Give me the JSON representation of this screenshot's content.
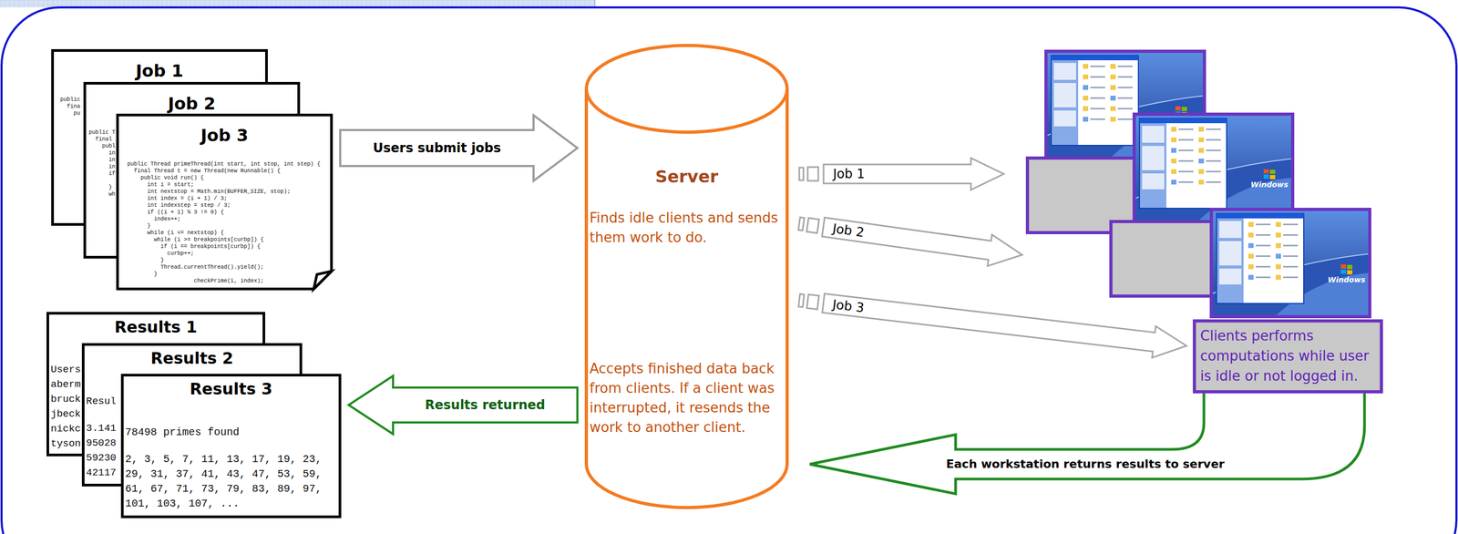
{
  "diagram": {
    "nodes": [
      {
        "text": [
          "Job 1",
          "public",
          "  fina",
          "    pu"
        ]
      },
      {
        "text": [
          "Job 2",
          "public T",
          "  final",
          "    publ",
          "      in",
          "      in",
          "      in",
          "      if",
          "      }",
          "      wh"
        ]
      },
      {
        "text": [
          "Job 3",
          "public Thread primeThread(int start, int stop, int step) {",
          "  final Thread t = new Thread(new Runnable() {",
          "    public void run() {",
          "      int i = start;",
          "      int nextstop = Math.min(BUFFER_SIZE, stop);",
          "      int index = (i + 1) / 3;",
          "      int indexstep = step / 3;",
          "      if ((i + 1) % 3 != 0) {",
          "        index++;",
          "      }",
          "      while (i <= nextstop) {",
          "        while (i >= breakpoints[curbp]) {",
          "          if (i == breakpoints[curbp]) {",
          "            curbp++;",
          "          }",
          "          Thread.currentThread().yield();",
          "        }",
          "                    checkPrime(i, index);"
        ]
      },
      {
        "text": [
          "Server",
          "Finds idle clients and sends them work to do.",
          "Accepts finished data back from clients. If a client was interrupted, it resends the work to another client."
        ]
      },
      {
        "text": [
          "Clients performs computations while user is idle or not logged in."
        ]
      },
      {
        "text": [
          "Results 1",
          "Users",
          "aberm",
          "bruck",
          "jbeck",
          "nickc",
          "tyson"
        ]
      },
      {
        "text": [
          "Results 2",
          "Resul",
          "3.141",
          "95028",
          "59230",
          "42117"
        ]
      },
      {
        "text": [
          "Results 3",
          "78498 primes found",
          "2, 3, 5, 7, 11, 13, 17, 19, 23, 29, 31, 37, 41, 43, 47, 53, 59, 61, 67, 71, 73, 79, 83, 89, 97, 101, 103, 107, ..."
        ]
      }
    ],
    "edges": [
      {
        "from": 2,
        "to": 3,
        "label": "Users submit jobs",
        "arrow": "to"
      },
      {
        "from": 3,
        "to": 4,
        "label": "Job 1",
        "arrow": "to"
      },
      {
        "from": 3,
        "to": 4,
        "label": "Job 2",
        "arrow": "to"
      },
      {
        "from": 3,
        "to": 4,
        "label": "Job 3",
        "arrow": "to"
      },
      {
        "from": 4,
        "to": 3,
        "label": "Each workstation returns results to server",
        "arrow": "to"
      },
      {
        "from": 3,
        "to": 7,
        "label": "Results returned",
        "arrow": "to"
      }
    ],
    "labels": [
      "Windows",
      "Windows"
    ]
  }
}
